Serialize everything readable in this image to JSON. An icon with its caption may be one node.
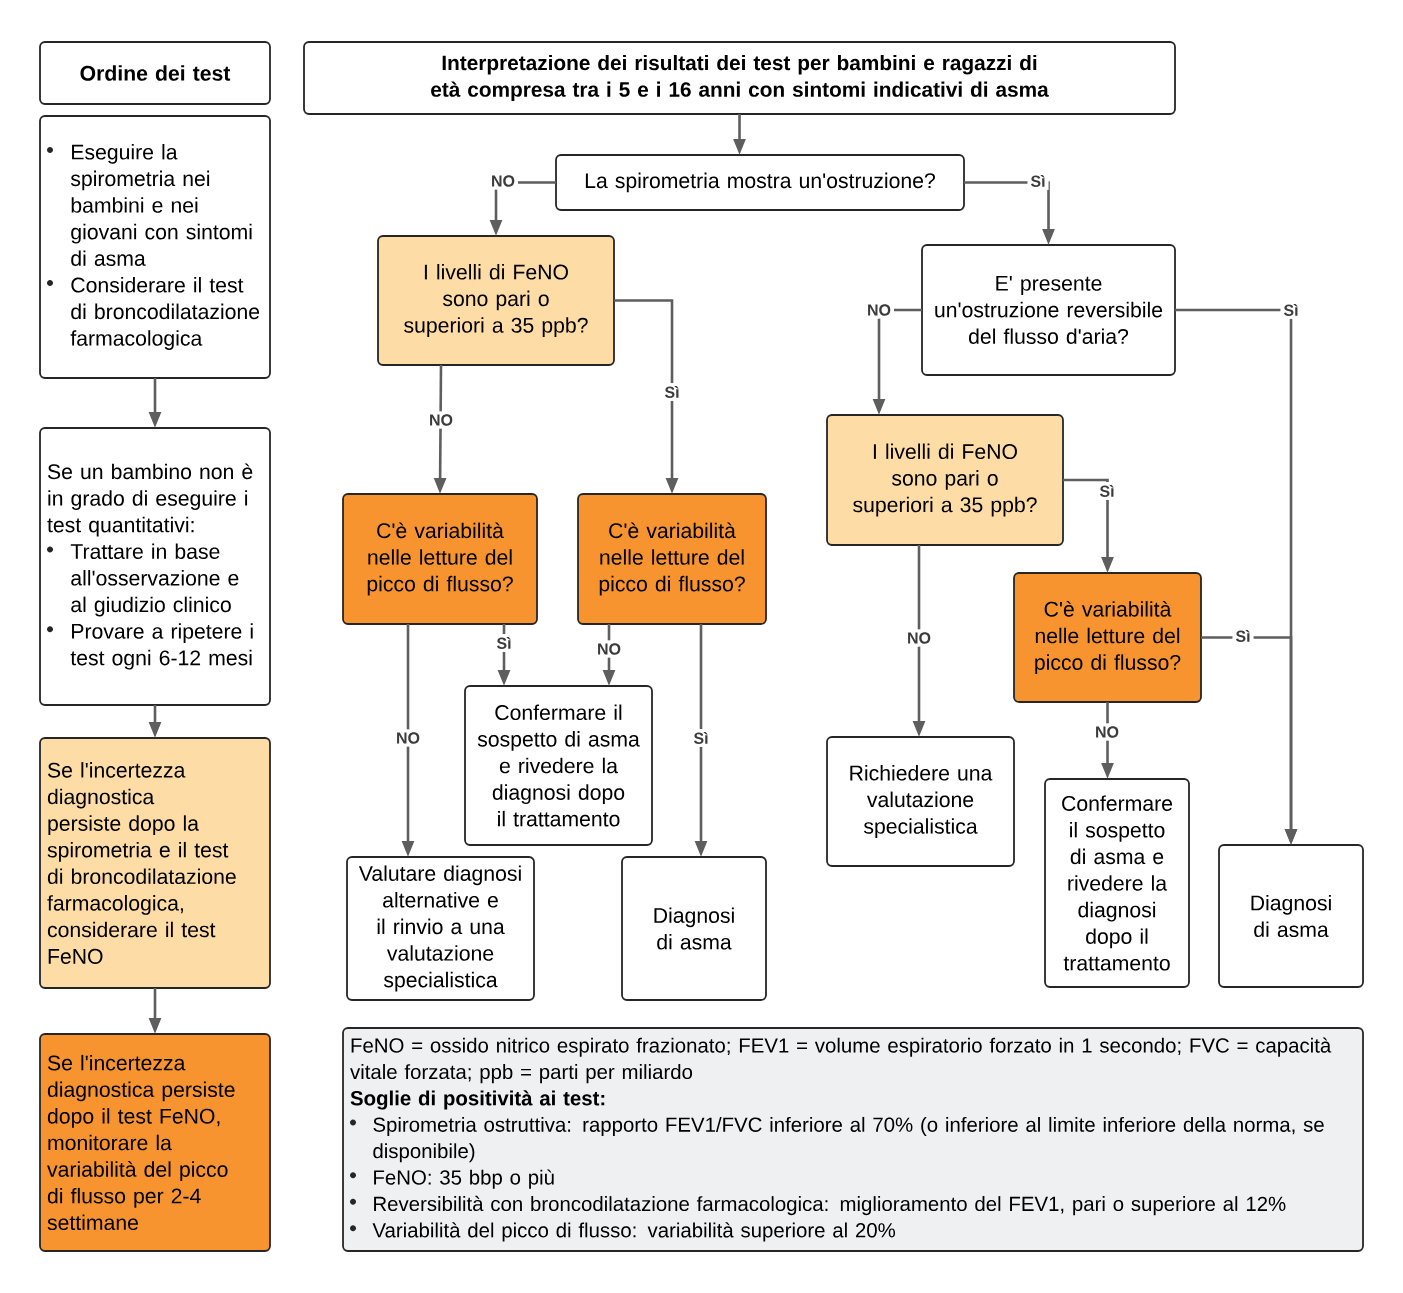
{
  "diagram": {
    "nodes": [
      {
        "text": [
          "Ordine dei test"
        ]
      },
      {
        "text": [
          "Eseguire la spirometria nei bambini e nei giovani con sintomi di asma",
          "Considerare il test di broncodilatazione farmacologica"
        ]
      },
      {
        "text": [
          "Se un bambino non è in grado di eseguire i test quantitativi:",
          "Trattare in base all'osservazione e al giudizio clinico",
          "Provare a ripetere i test ogni 6-12 mesi"
        ]
      },
      {
        "text": [
          "Se l'incertezza diagnostica persiste dopo la spirometria e il test di broncodilatazione farmacologica, considerare il test FeNO"
        ]
      },
      {
        "text": [
          "Se l'incertezza diagnostica persiste dopo il test FeNO, monitorare la variabilità del picco di flusso per 2-4 settimane"
        ]
      },
      {
        "text": [
          "Interpretazione dei risultati dei test per bambini e ragazzi di età compresa tra i 5 e i 16 anni con sintomi indicativi di asma"
        ]
      },
      {
        "text": [
          "La spirometria mostra un'ostruzione?"
        ]
      },
      {
        "text": [
          "I livelli di FeNO sono pari o superiori a 35 ppb?"
        ]
      },
      {
        "text": [
          "E' presente un'ostruzione reversibile del flusso d'aria?"
        ]
      },
      {
        "text": [
          "C'è variabilità nelle letture del picco di flusso?"
        ]
      },
      {
        "text": [
          "C'è variabilità nelle letture del picco di flusso?"
        ]
      },
      {
        "text": [
          "I livelli di FeNO sono pari o superiori a 35 ppb?"
        ]
      },
      {
        "text": [
          "Confermare il sospetto di asma e rivedere la diagnosi dopo il trattamento"
        ]
      },
      {
        "text": [
          "C'è variabilità nelle letture del picco di flusso?"
        ]
      },
      {
        "text": [
          "Valutare diagnosi alternative e il rinvio a una valutazione specialistica"
        ]
      },
      {
        "text": [
          "Diagnosi di asma"
        ]
      },
      {
        "text": [
          "Richiedere una valutazione specialistica"
        ]
      },
      {
        "text": [
          "Confermare il sospetto di asma e rivedere la diagnosi dopo il trattamento"
        ]
      },
      {
        "text": [
          "Diagnosi di asma"
        ]
      },
      {
        "text": [
          "FeNO = ossido nitrico espirato frazionato; FEV1 = volume espiratorio forzato in 1 secondo; FVC = capacità vitale forzata; ppb = parti per miliardo",
          "Soglie di positività ai test:",
          "Spirometria ostruttiva: rapporto FEV1/FVC inferiore al 70% (o inferiore al limite inferiore della norma, se disponibile)",
          "FeNO: 35 bbp o più",
          "Reversibilità con broncodilatazione farmacologica: miglioramento del FEV1, pari o superiore al 12%",
          "Variabilità del picco di flusso: variabilità superiore al 20%"
        ]
      }
    ],
    "edges": [
      {
        "from": 1,
        "to": 2,
        "arrow": "to"
      },
      {
        "from": 2,
        "to": 3,
        "arrow": "to"
      },
      {
        "from": 3,
        "to": 4,
        "arrow": "to"
      },
      {
        "from": 5,
        "to": 6,
        "arrow": "to"
      },
      {
        "from": 6,
        "to": 7,
        "arrow": "to",
        "label": "NO"
      },
      {
        "from": 6,
        "to": 8,
        "arrow": "to",
        "label": "Sì"
      },
      {
        "from": 7,
        "to": 9,
        "arrow": "to",
        "label": "NO"
      },
      {
        "from": 7,
        "to": 10,
        "arrow": "to",
        "label": "Sì"
      },
      {
        "from": 8,
        "to": 11,
        "arrow": "to",
        "label": "NO"
      },
      {
        "from": 8,
        "to": 18,
        "arrow": "to",
        "label": "Sì"
      },
      {
        "from": 9,
        "to": 14,
        "arrow": "to",
        "label": "NO"
      },
      {
        "from": 9,
        "to": 12,
        "arrow": "to",
        "label": "Sì"
      },
      {
        "from": 10,
        "to": 12,
        "arrow": "to",
        "label": "NO"
      },
      {
        "from": 10,
        "to": 15,
        "arrow": "to",
        "label": "Sì"
      },
      {
        "from": 11,
        "to": 16,
        "arrow": "to",
        "label": "NO"
      },
      {
        "from": 11,
        "to": 13,
        "arrow": "to",
        "label": "Sì"
      },
      {
        "from": 13,
        "to": 17,
        "arrow": "to",
        "label": "NO"
      },
      {
        "from": 13,
        "to": 18,
        "arrow": "to",
        "label": "Sì"
      }
    ]
  }
}
